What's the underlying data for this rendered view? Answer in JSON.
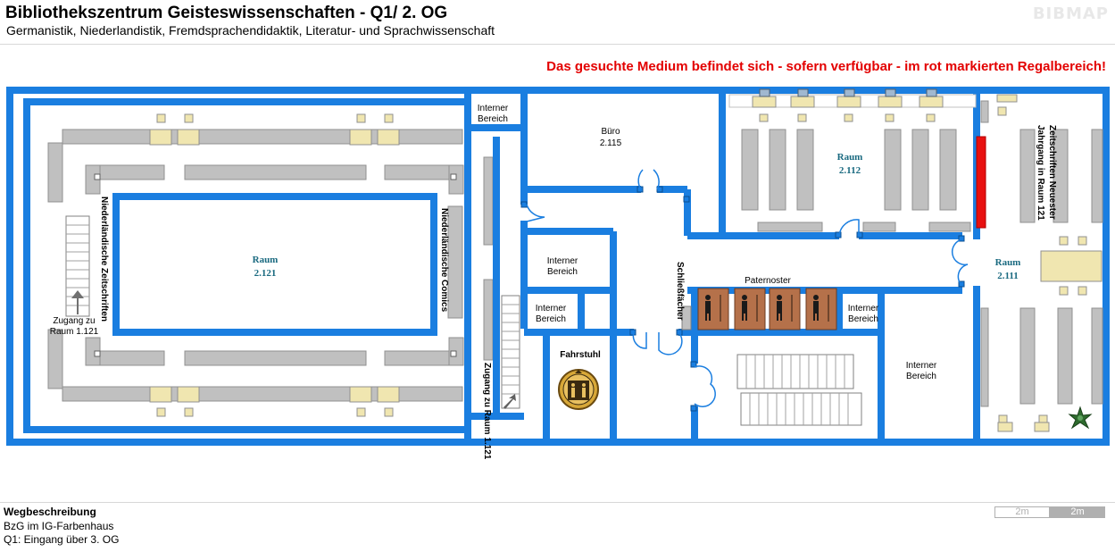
{
  "header": {
    "title": "Bibliothekszentrum Geisteswissenschaften - Q1/ 2. OG",
    "subtitle": "Germanistik, Niederlandistik, Fremdsprachendidaktik, Literatur- und Sprachwissenschaft",
    "logo": "BIBMAP"
  },
  "notice": "Das gesuchte Medium befindet sich - sofern verfügbar -  im rot markierten Regalbereich!",
  "colors": {
    "wall": "#1a7ee0",
    "shelf": "#c0c0c0",
    "highlight": "#e81010",
    "paternoster": "#b5714a",
    "table": "#f0e6b0"
  },
  "map": {
    "rooms": {
      "raum_121": [
        "Raum",
        "2.121"
      ],
      "raum_112": [
        "Raum",
        "2.112"
      ],
      "raum_111": [
        "Raum",
        "2.111"
      ],
      "buero": [
        "Büro",
        "2.115"
      ]
    },
    "intern": [
      "Interner",
      "Bereich"
    ],
    "fahrstuhl": "Fahrstuhl",
    "paternoster": "Paternoster",
    "schliessfaecher": "Schließfächer",
    "zugang_121": [
      "Zugang zu",
      "Raum 1.121"
    ],
    "zugang_121b": "Zugang zu Raum 1.121",
    "nl_zeitschriften": "Niederländische Zeitschriften",
    "nl_comics": "Niederländische Comics",
    "zeitschriften": [
      "Zeitschriften Neuester",
      "Jahrgang in Raum 121"
    ]
  },
  "footer": {
    "title": "Wegbeschreibung",
    "line1": "BzG im IG-Farbenhaus",
    "line2": "Q1: Eingang über 3. OG",
    "scale": [
      "2m",
      "2m"
    ]
  }
}
